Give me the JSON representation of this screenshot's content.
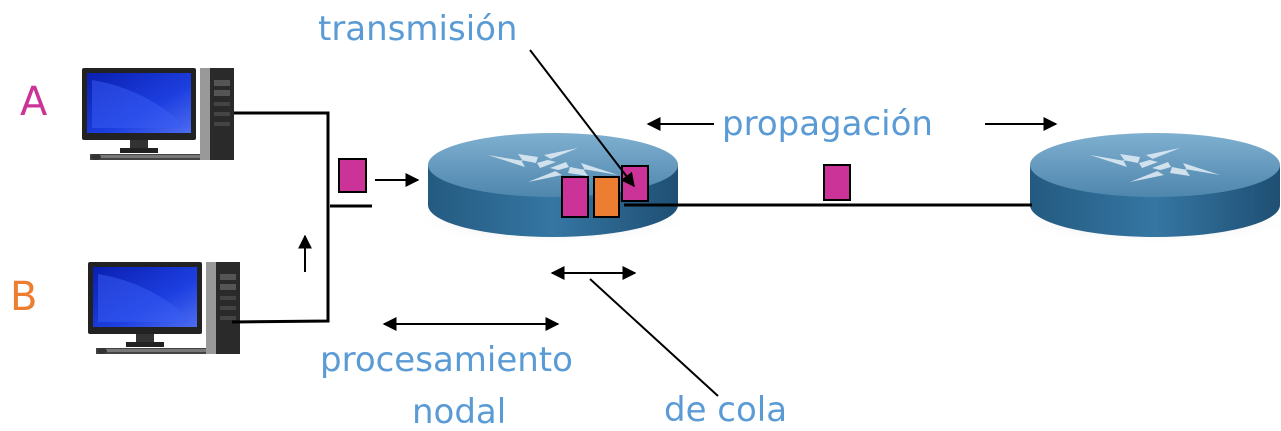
{
  "hosts": [
    {
      "label": "A",
      "color": "#cc3399"
    },
    {
      "label": "B",
      "color": "#ed7d31"
    }
  ],
  "labels": {
    "transmission": "transmisión",
    "propagation": "propagación",
    "processing_line1": "procesamiento",
    "processing_line2": "nodal",
    "queueing": "de cola"
  },
  "colors": {
    "label_text": "#5b9bd5",
    "packet_a": "#cc3399",
    "packet_b": "#ed7d31",
    "router_top": "#5a8fb3",
    "router_side": "#2e6a92",
    "link": "#000000",
    "monitor_screen": "#1d3fe0"
  },
  "icons": [
    "desktop-computer-icon",
    "router-icon"
  ]
}
